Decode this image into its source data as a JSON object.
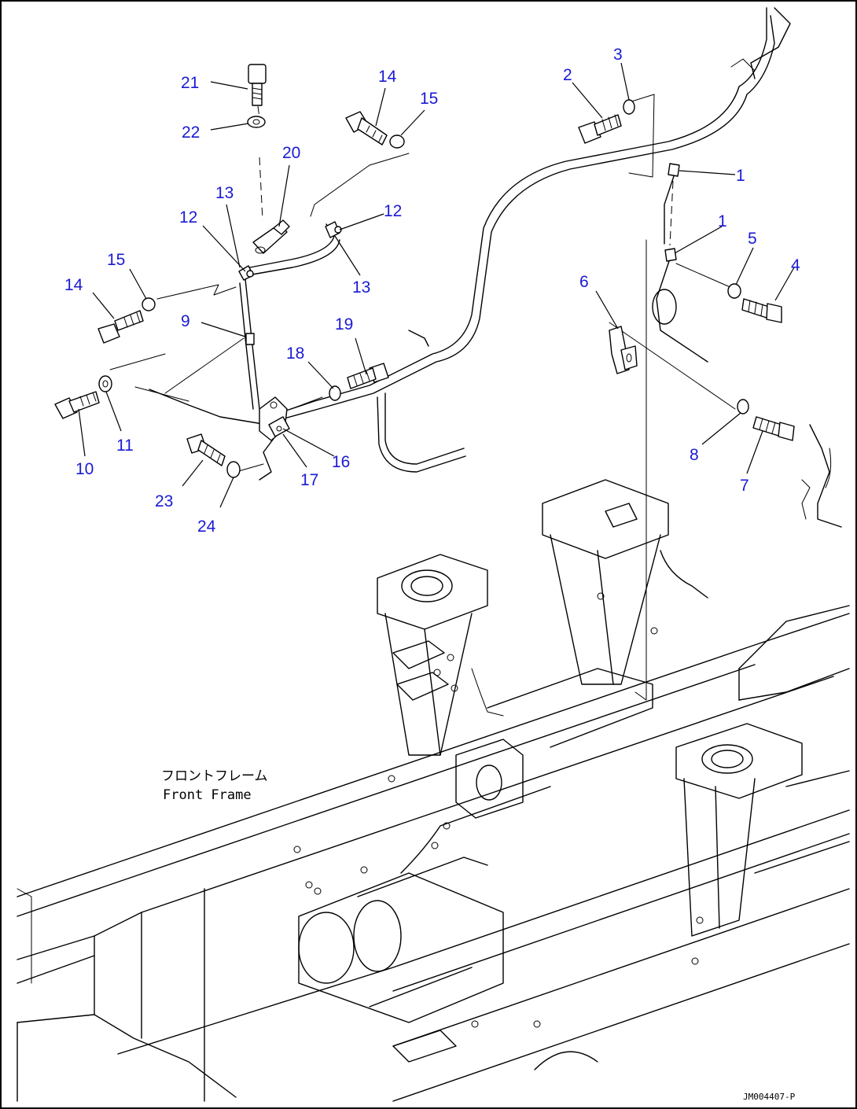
{
  "callouts": [
    "21",
    "22",
    "14",
    "15",
    "20",
    "13",
    "12",
    "12",
    "13",
    "15",
    "14",
    "9",
    "19",
    "18",
    "10",
    "11",
    "16",
    "17",
    "23",
    "24",
    "2",
    "3",
    "1",
    "1",
    "5",
    "4",
    "6",
    "8",
    "7"
  ],
  "labels": {
    "frame_jp": "フロントフレーム",
    "frame_en": "Front Frame",
    "drawing_id": "JM004407-P"
  }
}
